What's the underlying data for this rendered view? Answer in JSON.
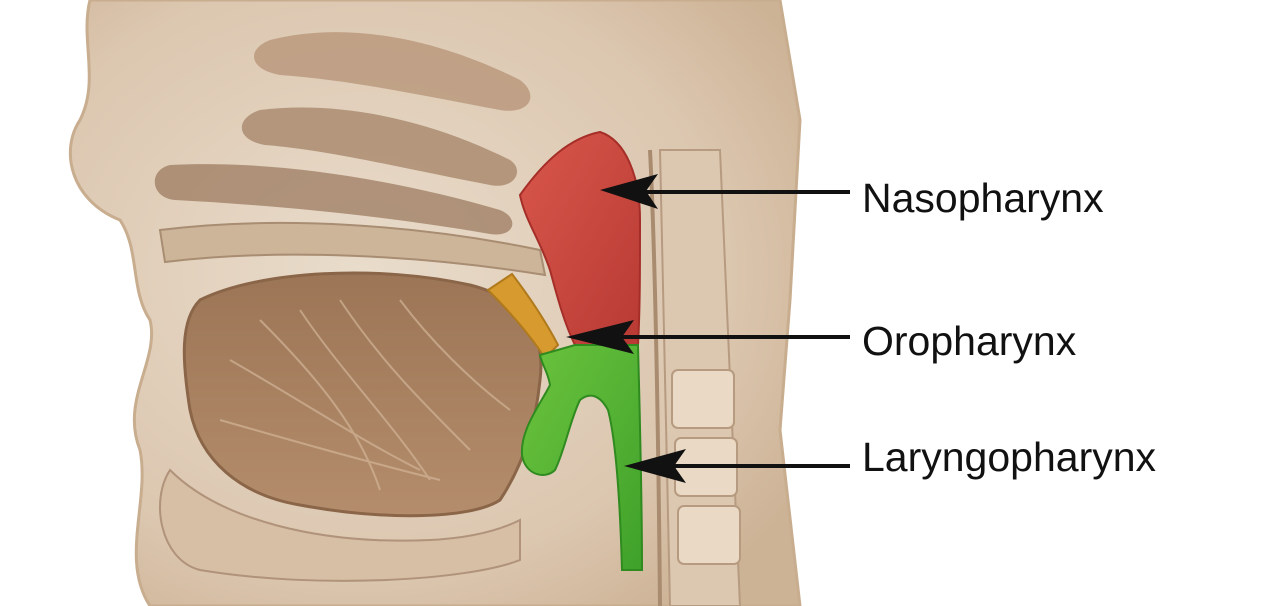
{
  "labels": {
    "nasopharynx": "Nasopharynx",
    "oropharynx": "Oropharynx",
    "laryngopharynx": "Laryngopharynx"
  },
  "colors": {
    "nasopharynx": "#c8463e",
    "oropharynx": "#d79a2e",
    "laryngopharynx": "#5fb836",
    "tissue": "#e8d9c6",
    "tissue_dark": "#b59a7e",
    "arrow": "#111111"
  }
}
